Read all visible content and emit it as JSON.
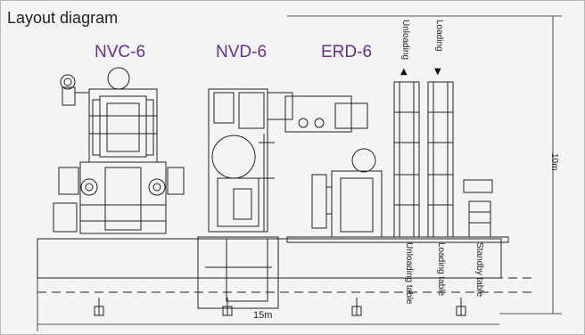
{
  "title": "Layout diagram",
  "machines": {
    "nvc": "NVC-6",
    "nvd": "NVD-6",
    "erd": "ERD-6"
  },
  "labels": {
    "unloading": "Unloading",
    "loading": "Loading",
    "unloading_table": "Unloading table",
    "loading_table": "Loading table",
    "standby_table": "Standby table"
  },
  "dimensions": {
    "width": "15m",
    "height": "10m"
  },
  "arrows": {
    "up": "▲",
    "down": "▼"
  },
  "colors": {
    "accent": "#6a2c8e",
    "line": "#222222",
    "background": "#f4f4f4"
  }
}
